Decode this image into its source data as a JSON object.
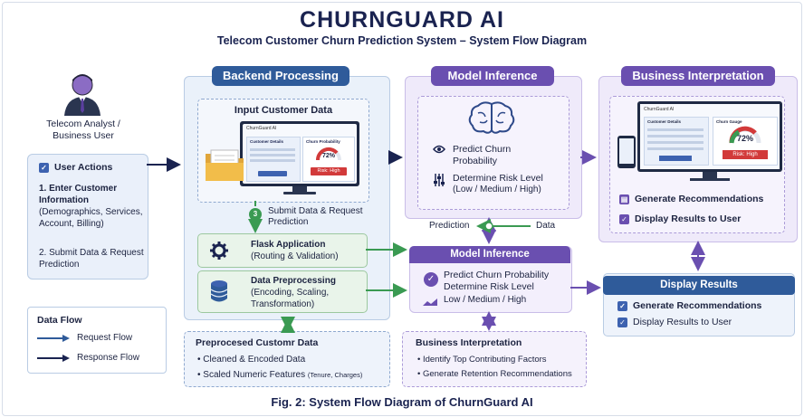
{
  "title": "CHURNGUARD AI",
  "subtitle": "Telecom Customer Churn Prediction System – System Flow Diagram",
  "caption": "Fig. 2: System Flow Diagram of ChurnGuard AI",
  "user": {
    "role": "Telecom Analyst / Business User",
    "actions_header": "User Actions",
    "step1_title": "1. Enter Customer Information",
    "step1_detail": "(Demographics, Services, Account, Billing)",
    "step2": "2. Submit Data & Request Prediction"
  },
  "legend": {
    "title": "Data Flow",
    "request": "Request Flow",
    "response": "Response Flow"
  },
  "backend": {
    "header": "Backend Processing",
    "input_title": "Input Customer Data",
    "mock_app": "ChurnGuard AI",
    "mock_details": "Customer Details",
    "mock_prob": "Churn Probability",
    "mock_pct": "72%",
    "mock_risk": "Risk: High",
    "submit_number": "3",
    "submit_label": "Submit Data & Request Prediction",
    "flask_title": "Flask Application",
    "flask_detail": "(Routing & Validation)",
    "prep_title": "Data Preprocessing",
    "prep_detail": "(Encoding, Scaling, Transformation)"
  },
  "preprocessed": {
    "title": "Preprocesed Customr Data",
    "item1": "Cleaned & Encoded Data",
    "item2": "Scaled Numeric Features",
    "item2_note": "(Tenure, Charges)"
  },
  "model_top": {
    "header": "Model Inference",
    "predict": "Predict Churn Probability",
    "risk": "Determine Risk Level",
    "risk_detail": "(Low / Medium / High)",
    "pred_label": "Prediction",
    "data_label": "Data"
  },
  "model_mid": {
    "header": "Model Inference",
    "predict": "Predict Churn Probability",
    "risk": "Determine Risk Level",
    "risk_detail": "Low / Medium / High"
  },
  "business_bottom": {
    "title": "Business Interpretation",
    "item1": "Identify Top Contributing Factors",
    "item2": "Generate Retention Recommendations"
  },
  "business_top": {
    "header": "Business Interpretation",
    "mock_app": "ChurnGuard AI",
    "mock_summary": "Customer Details",
    "mock_gauge": "Churn Gauge",
    "mock_pct": "72%",
    "mock_risk": "Risk: High",
    "rec": "Generate Recommendations",
    "display": "Display Results to User"
  },
  "display_results": {
    "header": "Display Results",
    "item1": "Generate Recommendations",
    "item2": "Display Results to User"
  },
  "colors": {
    "blue": "#2f5b9a",
    "purple": "#6a4fb0",
    "green": "#3a9a52",
    "navy": "#1a2350",
    "risk_red": "#d23a3a"
  }
}
